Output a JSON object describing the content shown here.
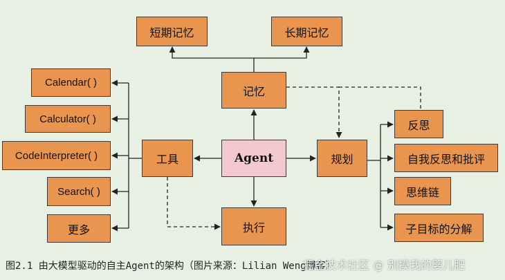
{
  "diagram": {
    "memory": {
      "short_term": "短期记忆",
      "long_term": "长期记忆",
      "label": "记忆"
    },
    "tools": {
      "label": "工具",
      "items": [
        "Calendar( )",
        "Calculator( )",
        "CodeInterpreter( )",
        "Search( )",
        "更多"
      ]
    },
    "agent": "Agent",
    "planning": {
      "label": "规划",
      "items": [
        "反思",
        "自我反思和批评",
        "思维链",
        "子目标的分解"
      ]
    },
    "action": "执行"
  },
  "caption": "图2.1  由大模型驱动的自主Agent的架构（图片来源：Lilian Weng博客）",
  "watermark": "掘金技术社区 @ 别摸我的婴儿肥",
  "colors": {
    "box_fill": "#e9954f",
    "agent_fill": "#f3c9cf",
    "background": "#e8f0e4",
    "line": "#222222"
  }
}
